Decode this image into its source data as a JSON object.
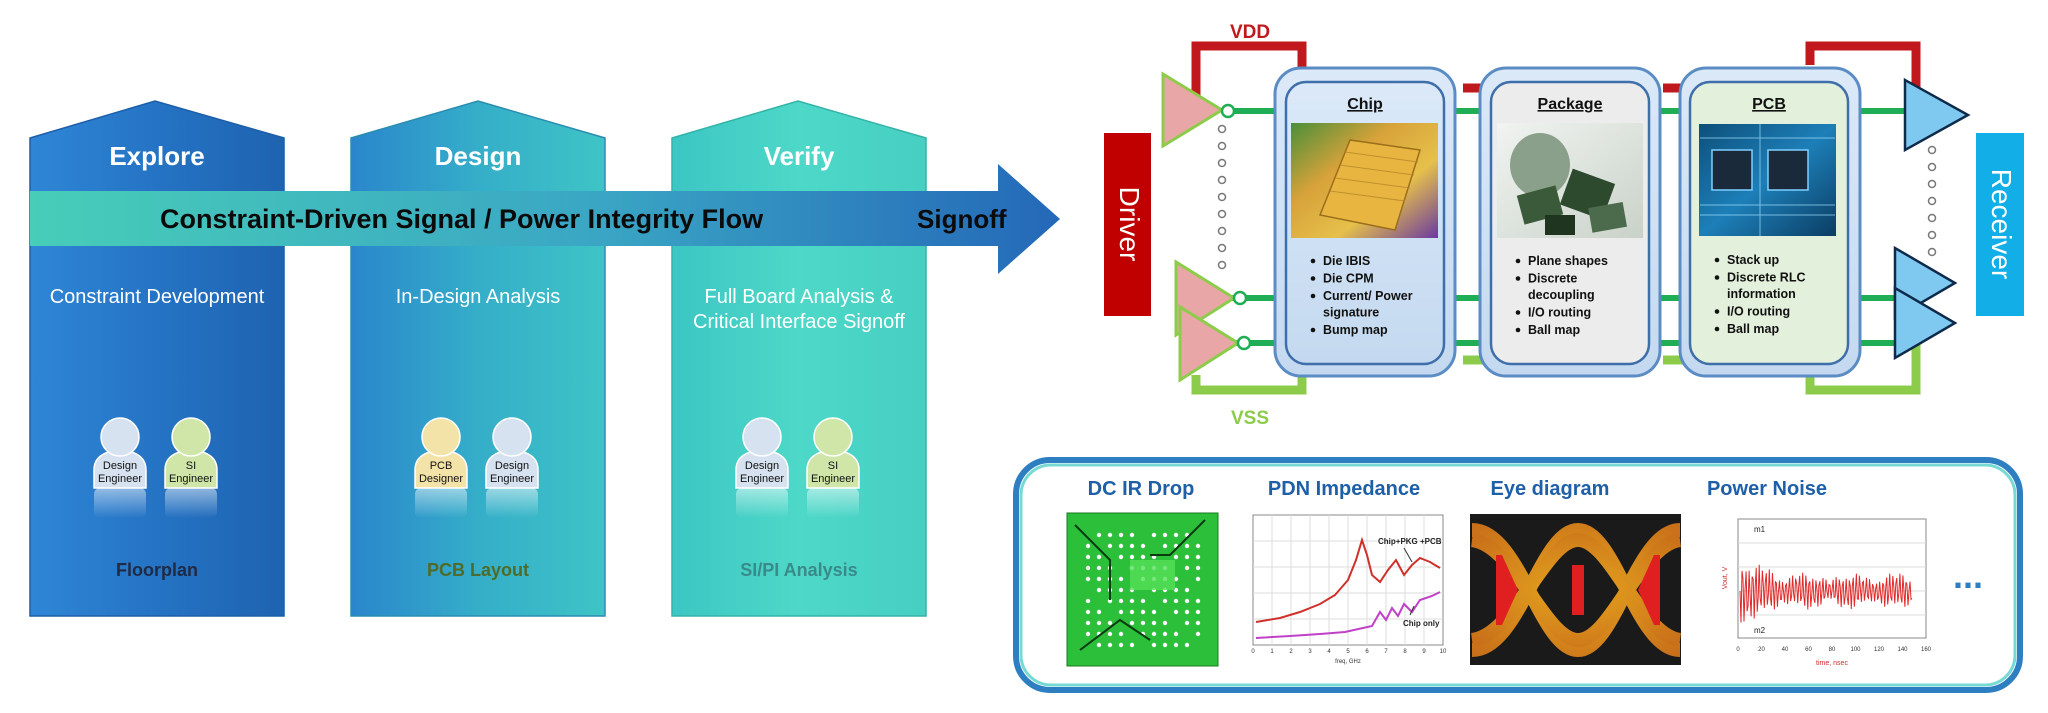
{
  "flow": {
    "banner": "Constraint-Driven Signal / Power Integrity Flow",
    "signoff": "Signoff",
    "stages": [
      {
        "title": "Explore",
        "subtitle": [
          "Constraint Development",
          ""
        ],
        "people": [
          [
            "Design",
            "Engineer"
          ],
          [
            "SI",
            "Engineer"
          ]
        ],
        "footer": "Floorplan",
        "footer_color": "#1f2a44"
      },
      {
        "title": "Design",
        "subtitle": [
          "In-Design Analysis",
          ""
        ],
        "people": [
          [
            "PCB",
            "Designer"
          ],
          [
            "Design",
            "Engineer"
          ]
        ],
        "footer": "PCB Layout",
        "footer_color": "#4f6b2a"
      },
      {
        "title": "Verify",
        "subtitle": [
          "Full Board Analysis &",
          "Critical Interface Signoff"
        ],
        "people": [
          [
            "Design",
            "Engineer"
          ],
          [
            "SI",
            "Engineer"
          ]
        ],
        "footer": "SI/PI Analysis",
        "footer_color": "#3a8a8a"
      }
    ]
  },
  "channel": {
    "vdd": "VDD",
    "vss": "VSS",
    "driver": "Driver",
    "receiver": "Receiver",
    "blocks": [
      {
        "title": "Chip",
        "bullets": [
          [
            "Die IBIS"
          ],
          [
            "Die CPM"
          ],
          [
            "Current/ Power",
            "signature"
          ],
          [
            "Bump map"
          ]
        ]
      },
      {
        "title": "Package",
        "bullets": [
          [
            "Plane shapes"
          ],
          [
            "Discrete",
            "decoupling"
          ],
          [
            "I/O routing"
          ],
          [
            "Ball map"
          ]
        ]
      },
      {
        "title": "PCB",
        "bullets": [
          [
            "Stack up"
          ],
          [
            "Discrete RLC",
            "information"
          ],
          [
            "I/O routing"
          ],
          [
            "Ball map"
          ]
        ]
      }
    ]
  },
  "analysis": {
    "items": [
      {
        "title": "DC IR Drop"
      },
      {
        "title": "PDN Impedance",
        "annotations": [
          "Chip+PKG +PCB",
          "Chip only"
        ],
        "xlabel": "freq, GHz",
        "xticks": [
          "0",
          "1",
          "2",
          "3",
          "4",
          "5",
          "6",
          "7",
          "8",
          "9",
          "10"
        ]
      },
      {
        "title": "Eye diagram"
      },
      {
        "title": "Power Noise",
        "annotations": [
          "m1",
          "m2"
        ],
        "ylabel": "Vout, V",
        "xlabel": "time, nsec",
        "xticks": [
          "0",
          "20",
          "40",
          "60",
          "80",
          "100",
          "120",
          "140",
          "160"
        ]
      }
    ],
    "more": "..."
  },
  "colors": {
    "explore": "#2979c8",
    "design": "#3bb0c8",
    "verify": "#4ad4c4",
    "banner_start": "#3fc7b6",
    "banner_end": "#2672c0",
    "vdd": "#c0181d",
    "vss": "#8ccc4a",
    "signal": "#1fae55",
    "driver": "#c00000",
    "receiver": "#12aee8",
    "analysis_frame": "#2e7fc1"
  }
}
